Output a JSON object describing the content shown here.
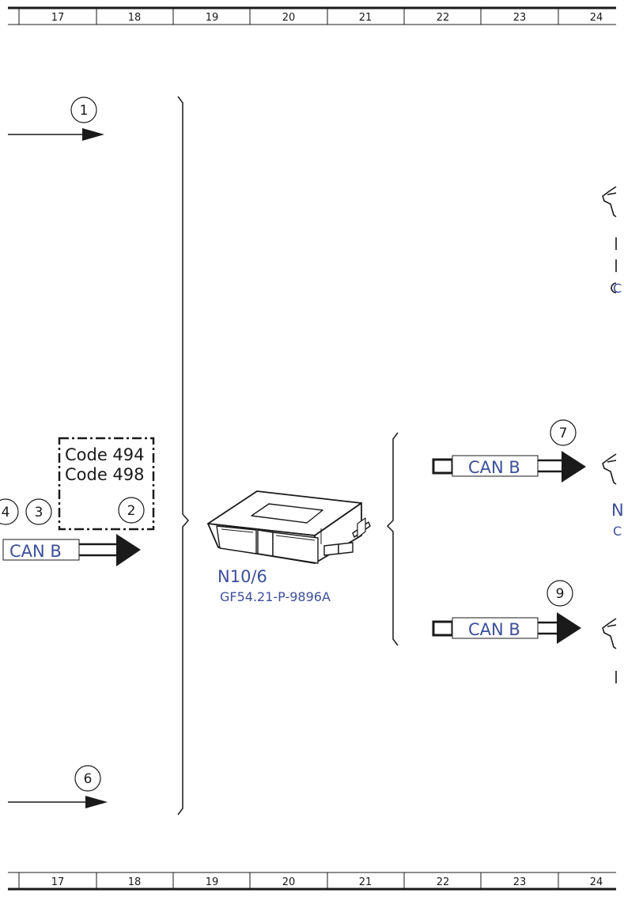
{
  "ruler": {
    "columns": [
      "17",
      "18",
      "19",
      "20",
      "21",
      "22",
      "23",
      "24"
    ]
  },
  "callouts": {
    "c1": "1",
    "c2": "2",
    "c3": "3",
    "c4": "4",
    "c6": "6",
    "c7": "7",
    "c9": "9"
  },
  "codes": {
    "line1": "Code 494",
    "line2": "Code 498"
  },
  "can": {
    "left": "CAN B",
    "right_top": "CAN B",
    "right_bottom": "CAN B"
  },
  "component": {
    "id": "N10/6",
    "ref": "GF54.21-P-9896A"
  },
  "edge_fragments": {
    "n": "N",
    "c1": "C",
    "c2": "C"
  },
  "colors": {
    "link_blue": "#3c4f9a",
    "line_black": "#1a1a1a"
  }
}
